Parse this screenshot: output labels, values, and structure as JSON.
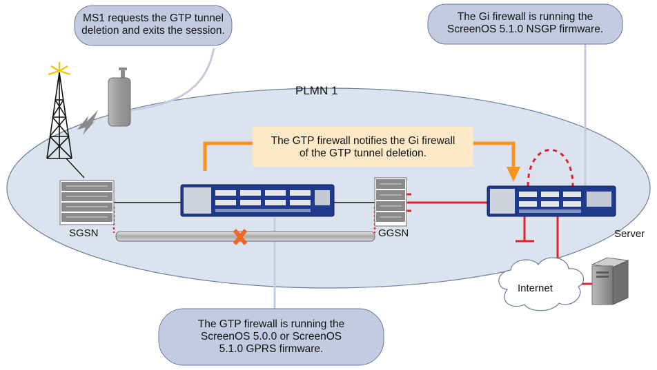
{
  "labels": {
    "plmn": "PLMN 1",
    "sgsn": "SGSN",
    "ggsn": "GGSN",
    "server": "Server",
    "internet": "Internet"
  },
  "callouts": {
    "ms1": [
      "MS1 requests the GTP tunnel",
      "deletion and exits the session."
    ],
    "gi_firewall": [
      "The Gi firewall is running the",
      "ScreenOS 5.1.0 NSGP firmware."
    ],
    "notify": [
      "The GTP firewall notifies the Gi firewall",
      "of the GTP tunnel deletion."
    ],
    "gtp_firewall": [
      "The GTP firewall is running the",
      "ScreenOS 5.0.0 or ScreenOS",
      "5.1.0 GPRS firmware."
    ]
  },
  "colors": {
    "ellipse_fill": "#dbe3ef",
    "callout_fill": "#c3cbe0",
    "notify_fill": "#fde9c8",
    "arrow_orange": "#f7941d",
    "link_red": "#e0202a",
    "firewall_blue": "#1f3a8a",
    "cross_orange": "#f26522"
  },
  "icons": [
    "cell-tower-icon",
    "mobile-phone-icon",
    "lightning-icon",
    "router-icon",
    "firewall-icon",
    "server-icon",
    "cloud-icon",
    "cross-icon"
  ]
}
